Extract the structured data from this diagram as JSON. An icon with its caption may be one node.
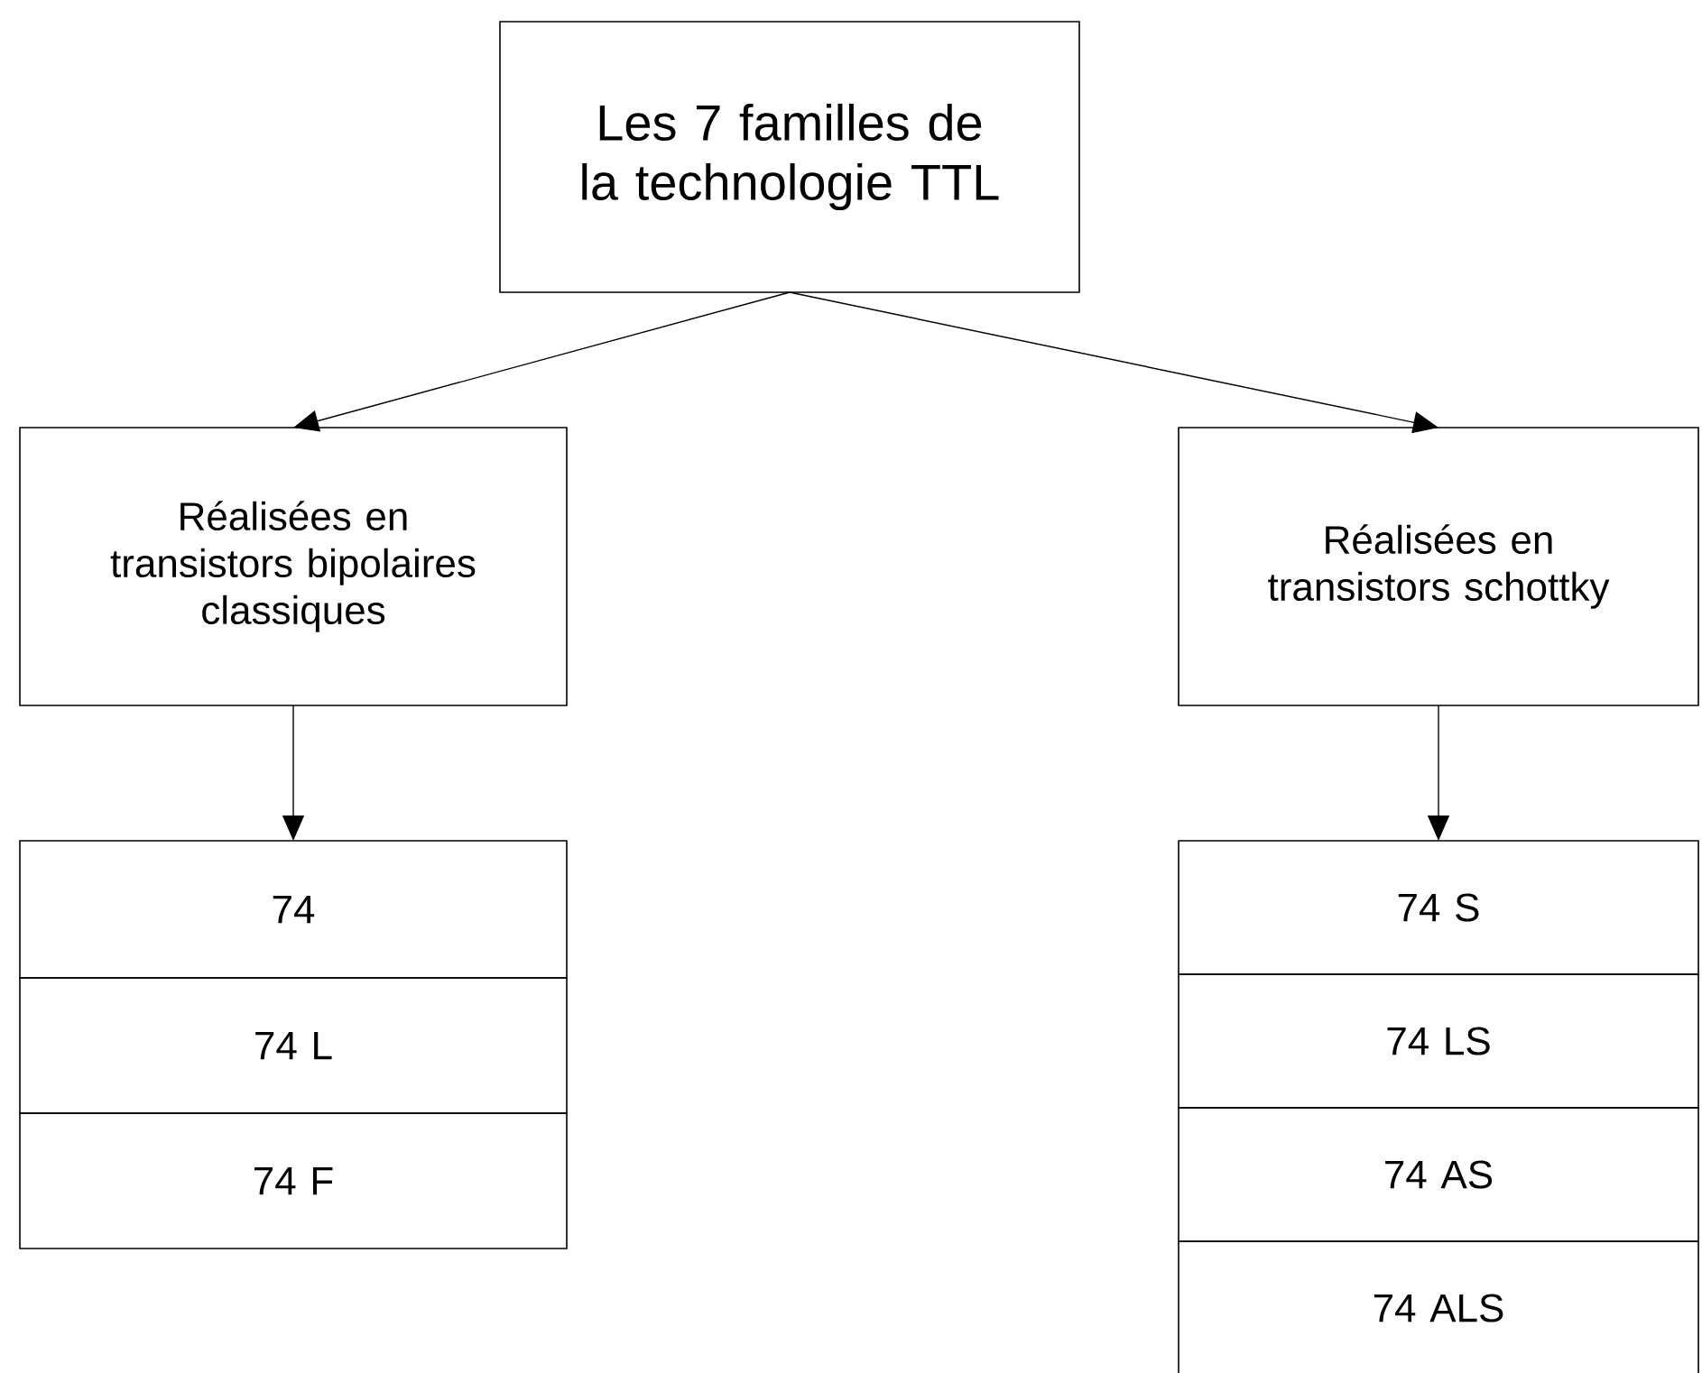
{
  "diagram": {
    "nodes": [
      {
        "text": [
          "Les 7 familles de la technologie TTL"
        ]
      },
      {
        "text": [
          "Réalisées en transistors bipolaires classiques"
        ]
      },
      {
        "text": [
          "Réalisées en transistors schottky"
        ]
      },
      {
        "text": [
          "74"
        ]
      },
      {
        "text": [
          "74 L"
        ]
      },
      {
        "text": [
          "74 F"
        ]
      },
      {
        "text": [
          "74 S"
        ]
      },
      {
        "text": [
          "74 LS"
        ]
      },
      {
        "text": [
          "74 AS"
        ]
      },
      {
        "text": [
          "74 ALS"
        ]
      }
    ],
    "edges": [
      {
        "from": 0,
        "to": 1,
        "arrow": "to"
      },
      {
        "from": 0,
        "to": 2,
        "arrow": "to"
      },
      {
        "from": 1,
        "to": 3,
        "arrow": "to"
      },
      {
        "from": 2,
        "to": 6,
        "arrow": "to"
      }
    ]
  }
}
